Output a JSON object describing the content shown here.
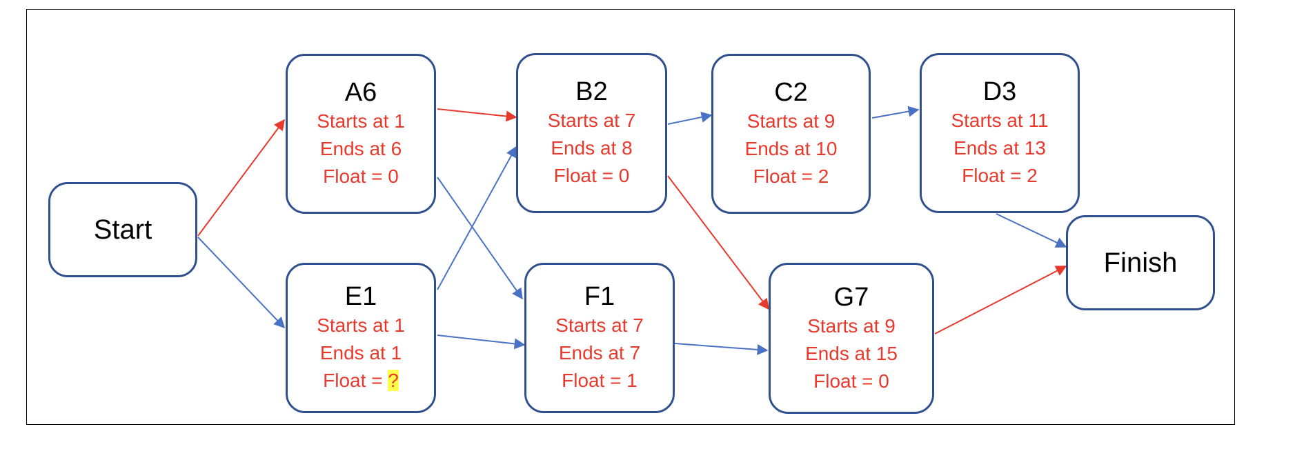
{
  "colors": {
    "node_border": "#2f4f8f",
    "critical_red": "#e8392c",
    "normal_blue": "#4a72c4",
    "highlight": "#ffff4d"
  },
  "start": {
    "label": "Start"
  },
  "finish": {
    "label": "Finish"
  },
  "a6": {
    "title": "A6",
    "starts": "Starts at 1",
    "ends": "Ends at 6",
    "float": "Float = 0"
  },
  "b2": {
    "title": "B2",
    "starts": "Starts at 7",
    "ends": "Ends at 8",
    "float": "Float = 0"
  },
  "c2": {
    "title": "C2",
    "starts": "Starts at 9",
    "ends": "Ends at 10",
    "float": "Float = 2"
  },
  "d3": {
    "title": "D3",
    "starts": "Starts at 11",
    "ends": "Ends at 13",
    "float": "Float = 2"
  },
  "e1": {
    "title": "E1",
    "starts": "Starts at 1",
    "ends": "Ends at 1",
    "float_prefix": "Float = ",
    "float_value": "?"
  },
  "f1": {
    "title": "F1",
    "starts": "Starts at 7",
    "ends": "Ends at 7",
    "float": "Float = 1"
  },
  "g7": {
    "title": "G7",
    "starts": "Starts at 9",
    "ends": "Ends at 15",
    "float": "Float = 0"
  },
  "edges": [
    {
      "from": "Start",
      "to": "A6",
      "color": "red"
    },
    {
      "from": "Start",
      "to": "E1",
      "color": "blue"
    },
    {
      "from": "A6",
      "to": "B2",
      "color": "red"
    },
    {
      "from": "A6",
      "to": "F1",
      "color": "blue"
    },
    {
      "from": "E1",
      "to": "B2",
      "color": "blue"
    },
    {
      "from": "E1",
      "to": "F1",
      "color": "blue"
    },
    {
      "from": "B2",
      "to": "C2",
      "color": "blue"
    },
    {
      "from": "B2",
      "to": "G7",
      "color": "red"
    },
    {
      "from": "C2",
      "to": "D3",
      "color": "blue"
    },
    {
      "from": "F1",
      "to": "G7",
      "color": "blue"
    },
    {
      "from": "D3",
      "to": "Finish",
      "color": "blue"
    },
    {
      "from": "G7",
      "to": "Finish",
      "color": "red"
    }
  ]
}
